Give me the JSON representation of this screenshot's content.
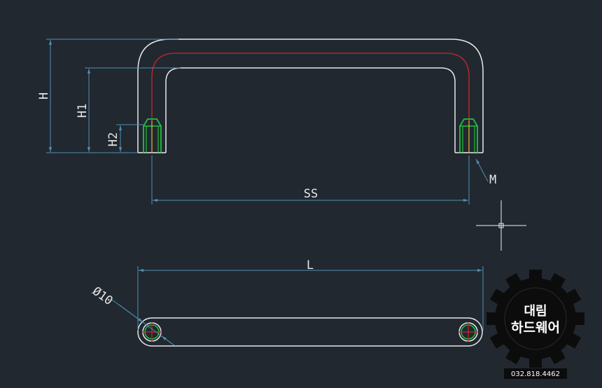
{
  "drawing": {
    "labels": {
      "h": "H",
      "h1": "H1",
      "h2": "H2",
      "ss": "SS",
      "m": "M",
      "l": "L",
      "diameter": "Ø10"
    }
  },
  "logo": {
    "line1": "대림",
    "line2": "하드웨어",
    "phone": "032.818.4462"
  },
  "colors": {
    "background": "#212830",
    "outline": "#e8e8e8",
    "dimension": "#4f8fb3",
    "centerline": "#c8282a",
    "thread": "#1fc23a",
    "thread_core": "#e0d230",
    "logo": "#0c0c0c"
  },
  "icons": {
    "cursor": "crosshair-cursor-icon",
    "logo": "gear-logo-icon"
  }
}
